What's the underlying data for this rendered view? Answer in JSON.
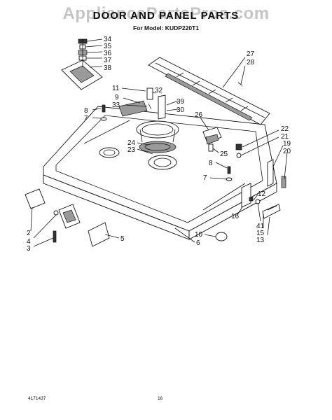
{
  "header": {
    "title": "DOOR AND PANEL PARTS",
    "model_line": "For Model: KUDP220T1",
    "watermark": "AppliancePartsPros.com"
  },
  "footer": {
    "doc_number": "4171437",
    "page_number": "16"
  },
  "callouts": [
    "34",
    "35",
    "36",
    "37",
    "38",
    "27",
    "28",
    "11",
    "32",
    "9",
    "33",
    "39",
    "30",
    "26",
    "8",
    "7",
    "22",
    "21",
    "19",
    "20",
    "24",
    "23",
    "25",
    "8",
    "7",
    "12",
    "16",
    "41",
    "15",
    "13",
    "2",
    "4",
    "3",
    "5",
    "10",
    "6"
  ]
}
